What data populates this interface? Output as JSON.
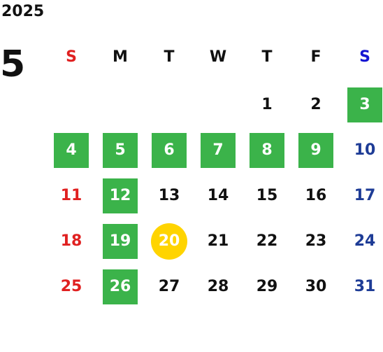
{
  "calendar": {
    "year": "2025",
    "month": "5",
    "weekdays": [
      {
        "label": "S",
        "color": "#e02020"
      },
      {
        "label": "M",
        "color": "#111111"
      },
      {
        "label": "T",
        "color": "#111111"
      },
      {
        "label": "W",
        "color": "#111111"
      },
      {
        "label": "T",
        "color": "#111111"
      },
      {
        "label": "F",
        "color": "#111111"
      },
      {
        "label": "S",
        "color": "#1414d2"
      }
    ],
    "colors": {
      "sunday": "#e02020",
      "saturday": "#1e3c96",
      "weekday": "#111111",
      "holiday_bg": "#3bb34a",
      "today_bg": "#ffd400"
    },
    "first_weekday_index": 4,
    "days_in_month": 31,
    "holidays": [
      "3",
      "4",
      "5",
      "6",
      "7",
      "8",
      "9",
      "12",
      "19",
      "26"
    ],
    "today": "20"
  }
}
